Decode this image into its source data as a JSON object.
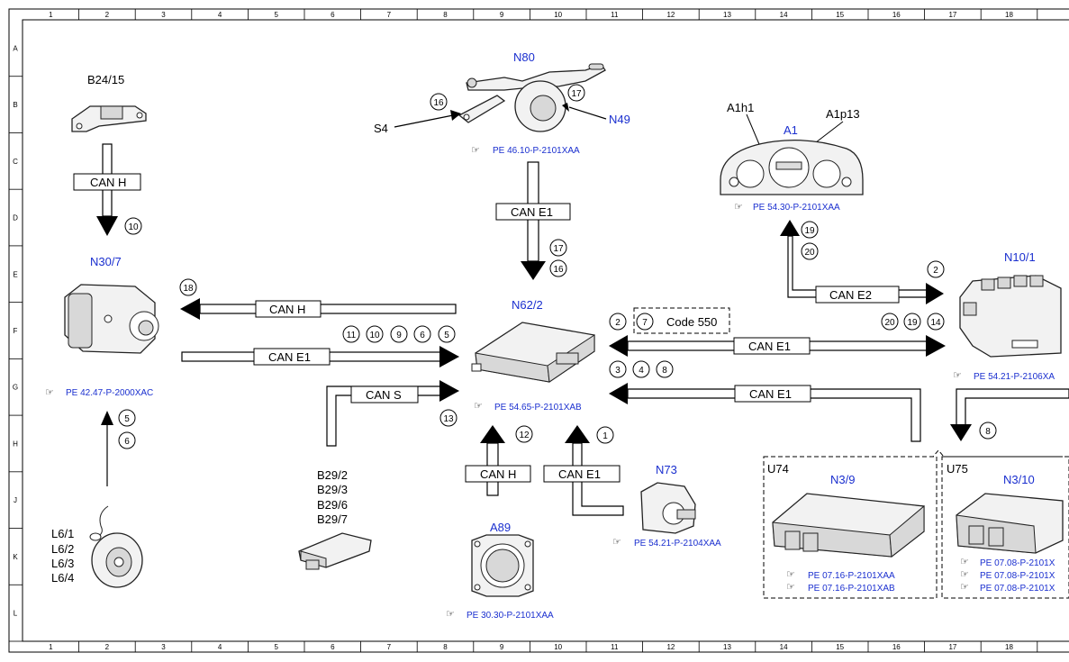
{
  "frame": {
    "columns": [
      "1",
      "2",
      "3",
      "4",
      "5",
      "6",
      "7",
      "8",
      "9",
      "10",
      "11",
      "12",
      "13",
      "14",
      "15",
      "16",
      "17",
      "18"
    ],
    "rows": [
      "A",
      "B",
      "C",
      "D",
      "E",
      "F",
      "G",
      "H",
      "J",
      "K",
      "L"
    ]
  },
  "components": {
    "b24_15": "B24/15",
    "n80": "N80",
    "n49": "N49",
    "s4": "S4",
    "a1": "A1",
    "a1h1": "A1h1",
    "a1p13": "A1p13",
    "n30_7": "N30/7",
    "n62_2": "N62/2",
    "n10_1": "N10/1",
    "n73": "N73",
    "a89": "A89",
    "b29": [
      "B29/2",
      "B29/3",
      "B29/6",
      "B29/7"
    ],
    "l6": [
      "L6/1",
      "L6/2",
      "L6/3",
      "L6/4"
    ],
    "u74": "U74",
    "u75": "U75",
    "n3_9": "N3/9",
    "n3_10": "N3/10"
  },
  "references": {
    "n80": "PE 46.10-P-2101XAA",
    "a1": "PE 54.30-P-2101XAA",
    "n30_7": "PE 42.47-P-2000XAC",
    "n62_2": "PE 54.65-P-2101XAB",
    "n10_1": "PE 54.21-P-2106XA",
    "n73": "PE 54.21-P-2104XAA",
    "a89": "PE 30.30-P-2101XAA",
    "n3_9_a": "PE 07.16-P-2101XAA",
    "n3_9_b": "PE 07.16-P-2101XAB",
    "n3_10_a": "PE 07.08-P-2101X",
    "n3_10_b": "PE 07.08-P-2101X",
    "n3_10_c": "PE 07.08-P-2101X"
  },
  "buses": {
    "b24_to_n30": "CAN H",
    "n80_to_n62": "CAN E1",
    "n62_to_n30": "CAN H",
    "n30_to_n62": "CAN E1",
    "b29_to_n62": "CAN S",
    "n62_n10": "CAN E1",
    "a1_n10": "CAN E2",
    "n10_n62": "CAN E1",
    "a89_to_n62": "CAN H",
    "n73_to_n62": "CAN E1"
  },
  "code_box": {
    "num": "7",
    "text": "Code 550"
  },
  "signals": {
    "s10": "10",
    "s16a": "16",
    "s17a": "17",
    "s17b": "17",
    "s16b": "16",
    "s19": "19",
    "s20": "20",
    "s2a": "2",
    "s18": "18",
    "s11": "11",
    "s10b": "10",
    "s9": "9",
    "s6": "6",
    "s5": "5",
    "s2b": "2",
    "s20b": "20",
    "s19b": "19",
    "s14": "14",
    "s3": "3",
    "s4": "4",
    "s8": "8",
    "s13": "13",
    "s12": "12",
    "s1": "1",
    "s5b": "5",
    "s6b": "6",
    "s8b": "8"
  }
}
